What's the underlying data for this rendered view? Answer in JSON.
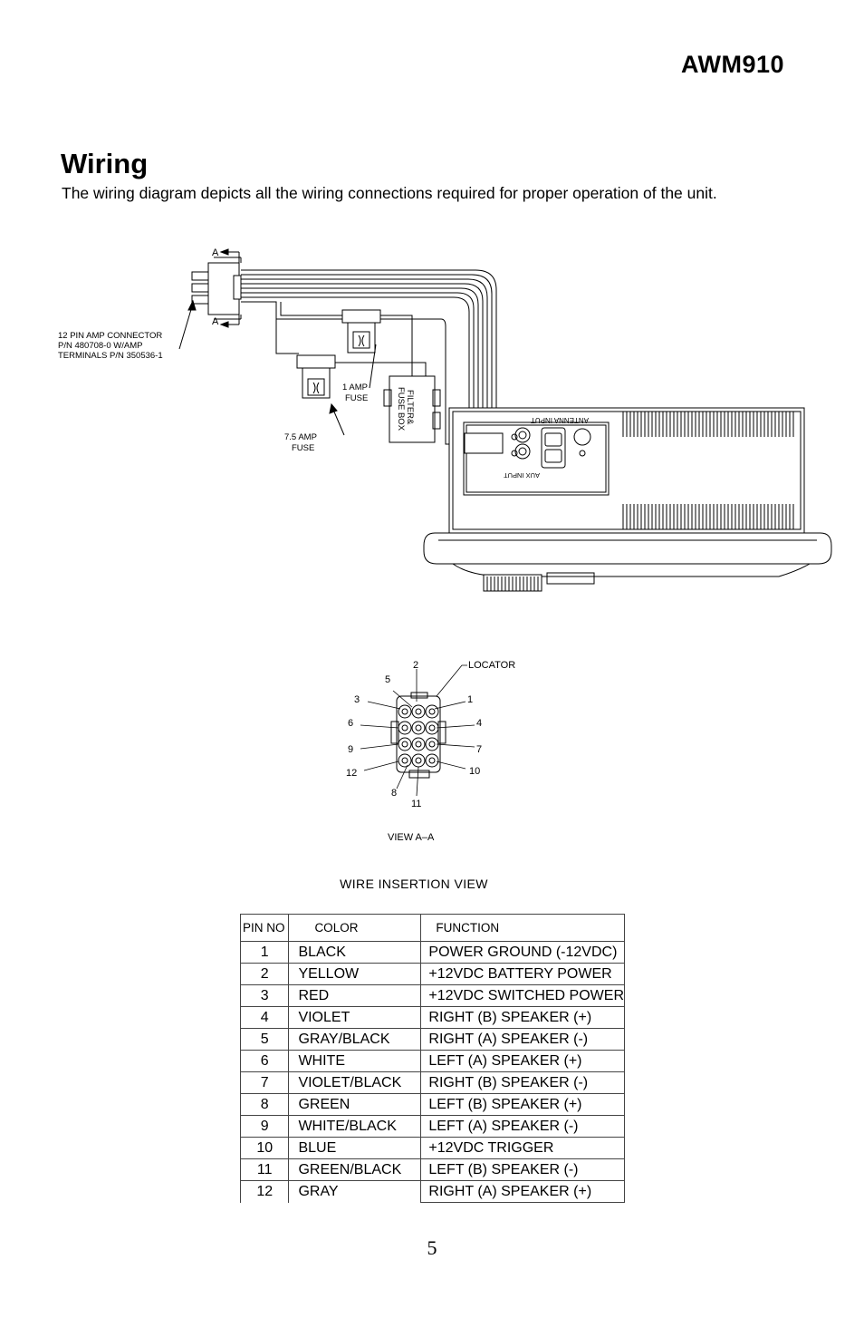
{
  "header": {
    "model": "AWM910"
  },
  "section": {
    "title": "Wiring",
    "intro": "The wiring diagram depicts all the wiring connections required for proper operation of the unit."
  },
  "diagram": {
    "connector_label": [
      "12 PIN AMP CONNECTOR",
      "P/N 480708-0  W/AMP",
      "TERMINALS  P/N 350536-1"
    ],
    "marker_a": "A",
    "fuse_small": [
      "1  AMP",
      "FUSE"
    ],
    "fuse_large": [
      "7.5  AMP",
      "FUSE"
    ],
    "filter_box": [
      "FILTER&",
      "FUSE BOX"
    ],
    "unit_label": "ANTENNA INPUT",
    "aux_label": "AUX INPUT"
  },
  "pin_view": {
    "locator": "LOCATOR",
    "view": "VIEW  A–A",
    "pins": [
      "1",
      "2",
      "3",
      "4",
      "5",
      "6",
      "7",
      "8",
      "9",
      "10",
      "11",
      "12"
    ]
  },
  "insertion_caption": "WIRE  INSERTION  VIEW",
  "pin_table": {
    "headers": {
      "pin": "PIN  NO",
      "color": "COLOR",
      "function": "FUNCTION"
    },
    "rows": [
      {
        "pin": "1",
        "color": "BLACK",
        "function": "POWER GROUND (-12VDC)"
      },
      {
        "pin": "2",
        "color": "YELLOW",
        "function": "+12VDC BATTERY POWER"
      },
      {
        "pin": "3",
        "color": "RED",
        "function": "+12VDC SWITCHED POWER"
      },
      {
        "pin": "4",
        "color": "VIOLET",
        "function": "RIGHT (B) SPEAKER (+)"
      },
      {
        "pin": "5",
        "color": "GRAY/BLACK",
        "function": "RIGHT (A) SPEAKER (-)"
      },
      {
        "pin": "6",
        "color": "WHITE",
        "function": "LEFT (A) SPEAKER (+)"
      },
      {
        "pin": "7",
        "color": "VIOLET/BLACK",
        "function": "RIGHT (B) SPEAKER (-)"
      },
      {
        "pin": "8",
        "color": "GREEN",
        "function": "LEFT (B) SPEAKER (+)"
      },
      {
        "pin": "9",
        "color": "WHITE/BLACK",
        "function": "LEFT (A) SPEAKER (-)"
      },
      {
        "pin": "10",
        "color": "BLUE",
        "function": "+12VDC TRIGGER"
      },
      {
        "pin": "11",
        "color": "GREEN/BLACK",
        "function": "LEFT (B) SPEAKER (-)"
      },
      {
        "pin": "12",
        "color": "GRAY",
        "function": "RIGHT (A) SPEAKER (+)"
      }
    ]
  },
  "page_number": "5"
}
